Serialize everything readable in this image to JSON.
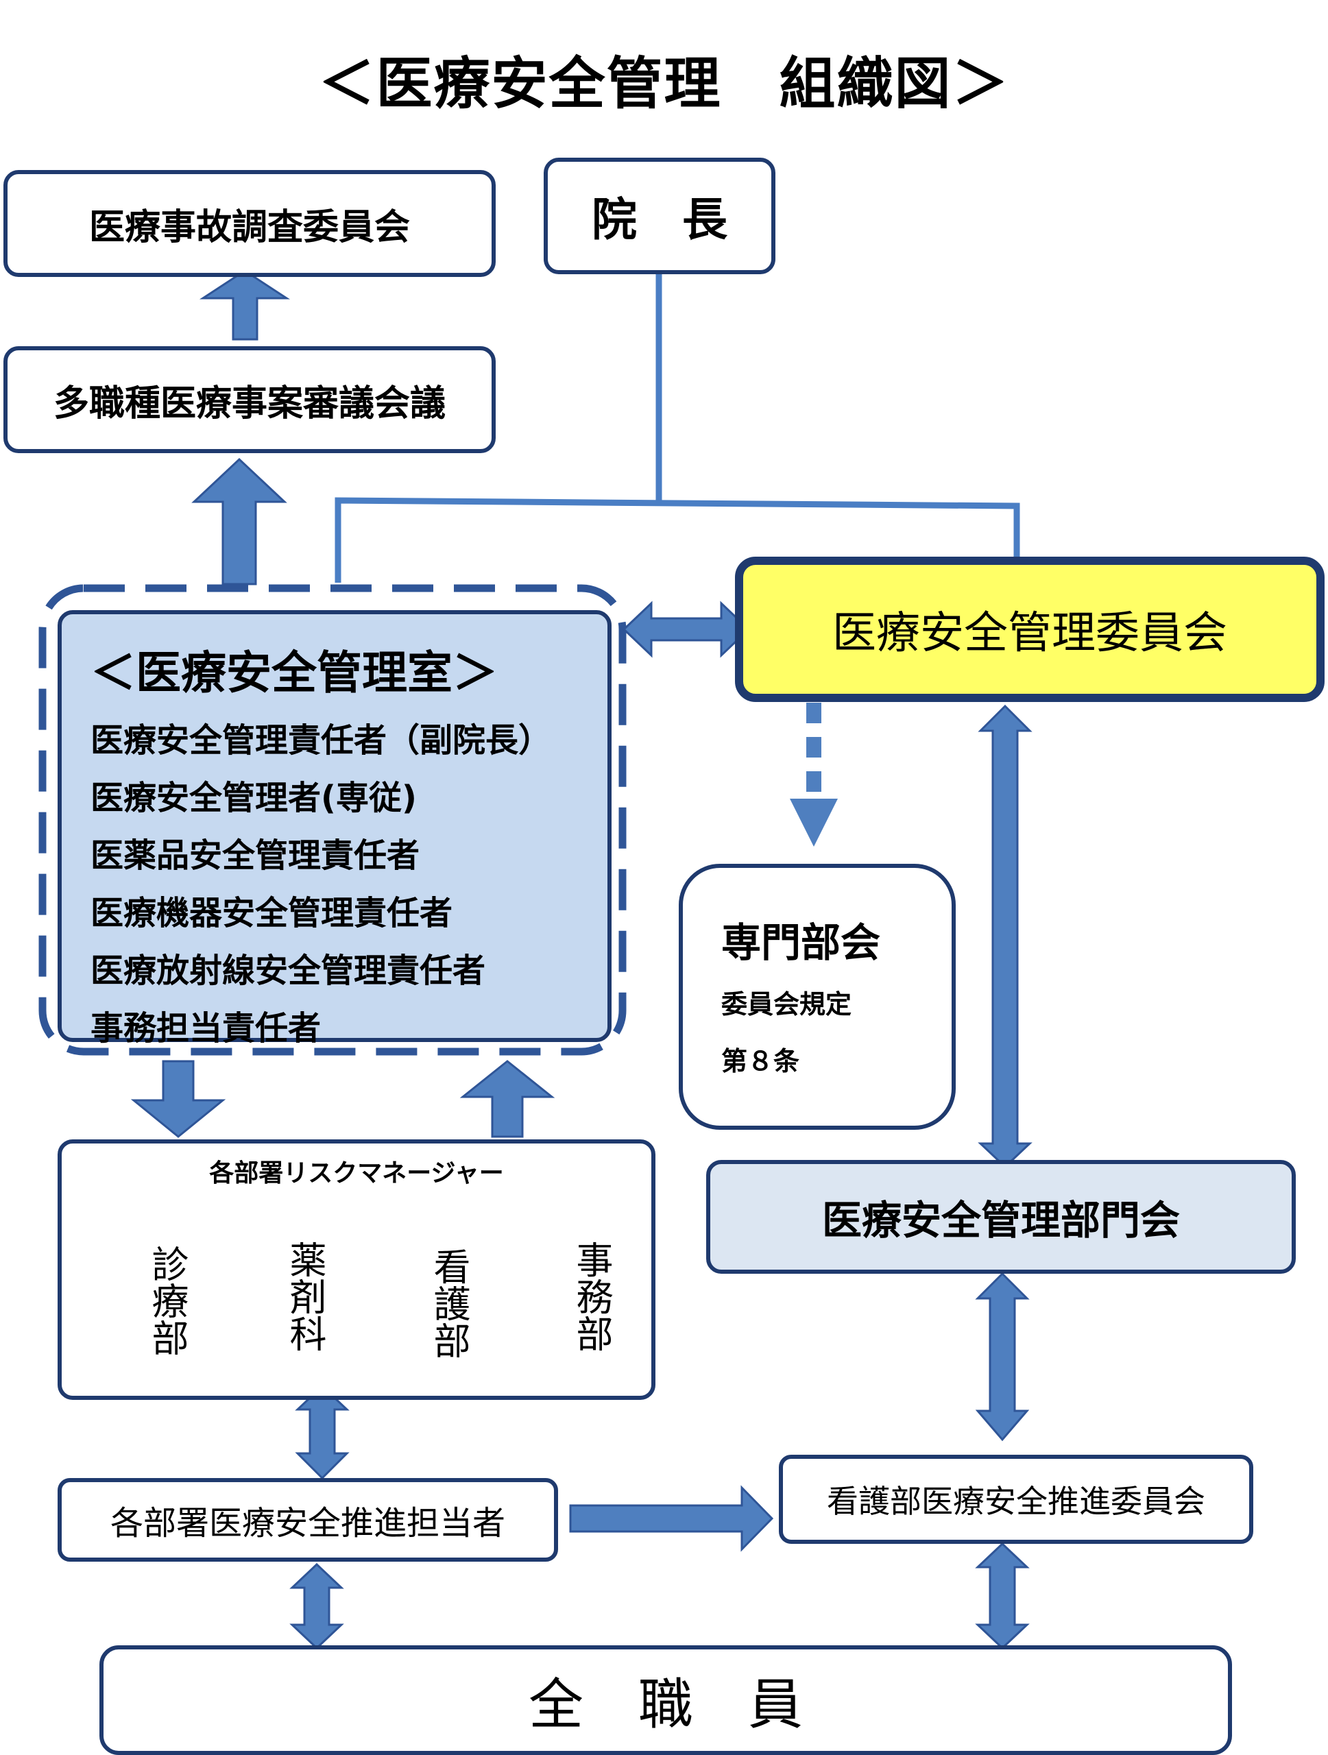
{
  "title": "＜医療安全管理　組織図＞",
  "boxes": {
    "investigation": "医療事故調査委員会",
    "director": "院　長",
    "multi": "多職種医療事案審議会議",
    "office_title": "＜医療安全管理室＞",
    "office_members": [
      "医療安全管理責任者（副院長）",
      "医療安全管理者(専従)",
      "医薬品安全管理責任者",
      "医療機器安全管理責任者",
      "医療放射線安全管理責任者",
      "事務担当責任者"
    ],
    "committee": "医療安全管理委員会",
    "specialist": {
      "title": "専門部会",
      "line1": "委員会規定",
      "line2": "第８条"
    },
    "risk_managers": {
      "title": "各部署リスクマネージャー",
      "departments": [
        "診療部",
        "薬剤科",
        "看護部",
        "事務部"
      ]
    },
    "dept_meeting": "医療安全管理部門会",
    "promoters": "各部署医療安全推進担当者",
    "nursing_committee": "看護部医療安全推進委員会",
    "all_staff": "全　職　員"
  },
  "colors": {
    "border": "#1f3a6e",
    "arrow": "#4f7fbf",
    "arrow_stroke": "#2f5597",
    "line": "#4a7ec4",
    "office_fill": "#c6d9f0",
    "committee_fill": "#ffff66",
    "dept_fill": "#dce6f2"
  }
}
